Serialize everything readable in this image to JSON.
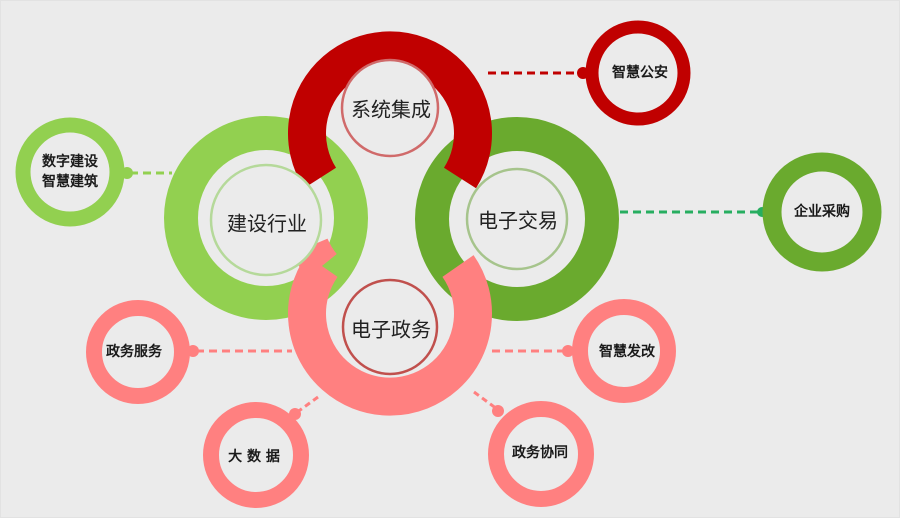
{
  "colors": {
    "background": "#ebebeb",
    "red": "#c00000",
    "light_green": "#92d050",
    "dark_green": "#6aaa2e",
    "pink": "#ff8080",
    "connector_green": "#27ae60"
  },
  "hubs": [
    {
      "id": "system-integration",
      "label": "系统集成",
      "color": "#c00000"
    },
    {
      "id": "construction",
      "label": "建设行业",
      "color": "#92d050"
    },
    {
      "id": "e-trade",
      "label": "电子交易",
      "color": "#6aaa2e"
    },
    {
      "id": "e-government",
      "label": "电子政务",
      "color": "#ff8080"
    }
  ],
  "satellites": [
    {
      "id": "smart-police",
      "label": "智慧公安",
      "parent": "系统集成"
    },
    {
      "id": "digital-construction",
      "label_line1": "数字建设",
      "label_line2": "智慧建筑",
      "parent": "建设行业"
    },
    {
      "id": "enterprise-procurement",
      "label": "企业采购",
      "parent": "电子交易"
    },
    {
      "id": "gov-services",
      "label": "政务服务",
      "parent": "电子政务"
    },
    {
      "id": "smart-reform",
      "label": "智慧发改",
      "parent": "电子政务"
    },
    {
      "id": "big-data",
      "label": "大 数 据",
      "parent": "电子政务"
    },
    {
      "id": "gov-collaboration",
      "label": "政务协同",
      "parent": "电子政务"
    }
  ]
}
